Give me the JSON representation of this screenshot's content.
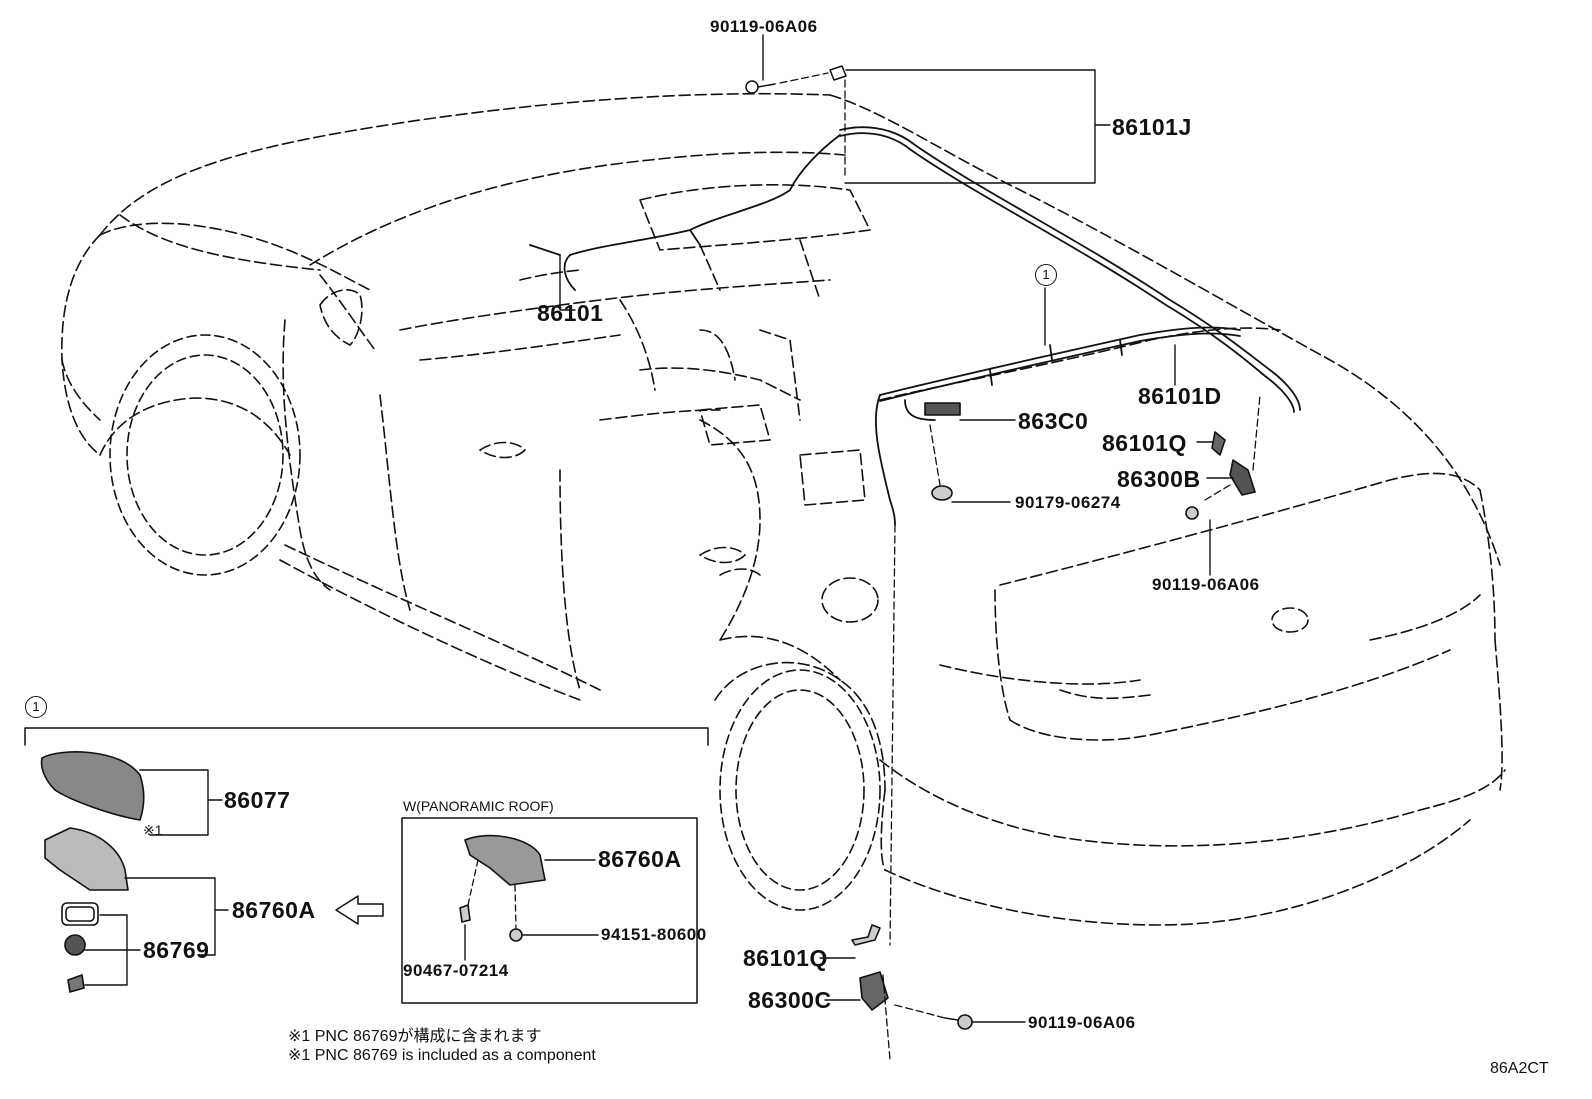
{
  "labels": {
    "p90119_top": "90119-06A06",
    "p86101J": "86101J",
    "p86101": "86101",
    "p86101D": "86101D",
    "p863C0": "863C0",
    "p86101Q_upper": "86101Q",
    "p86300B": "86300B",
    "p90179": "90179-06274",
    "p90119_mid": "90119-06A06",
    "p86077": "86077",
    "p86760A_left": "86760A",
    "p86769": "86769",
    "p86760A_box": "86760A",
    "p94151": "94151-80600",
    "p90467": "90467-07214",
    "p86101Q_lower": "86101Q",
    "p86300C": "86300C",
    "p90119_bottom": "90119-06A06"
  },
  "callouts": {
    "circle_1_main": "1",
    "circle_1_detail": "1",
    "ref_note_mark": "※1"
  },
  "panoramic_box_title": "W(PANORAMIC ROOF)",
  "notes": [
    "※1 PNC 86769が構成に含まれます",
    "※1 PNC 86769 is included as a component"
  ],
  "diagram_code": "86A2CT"
}
